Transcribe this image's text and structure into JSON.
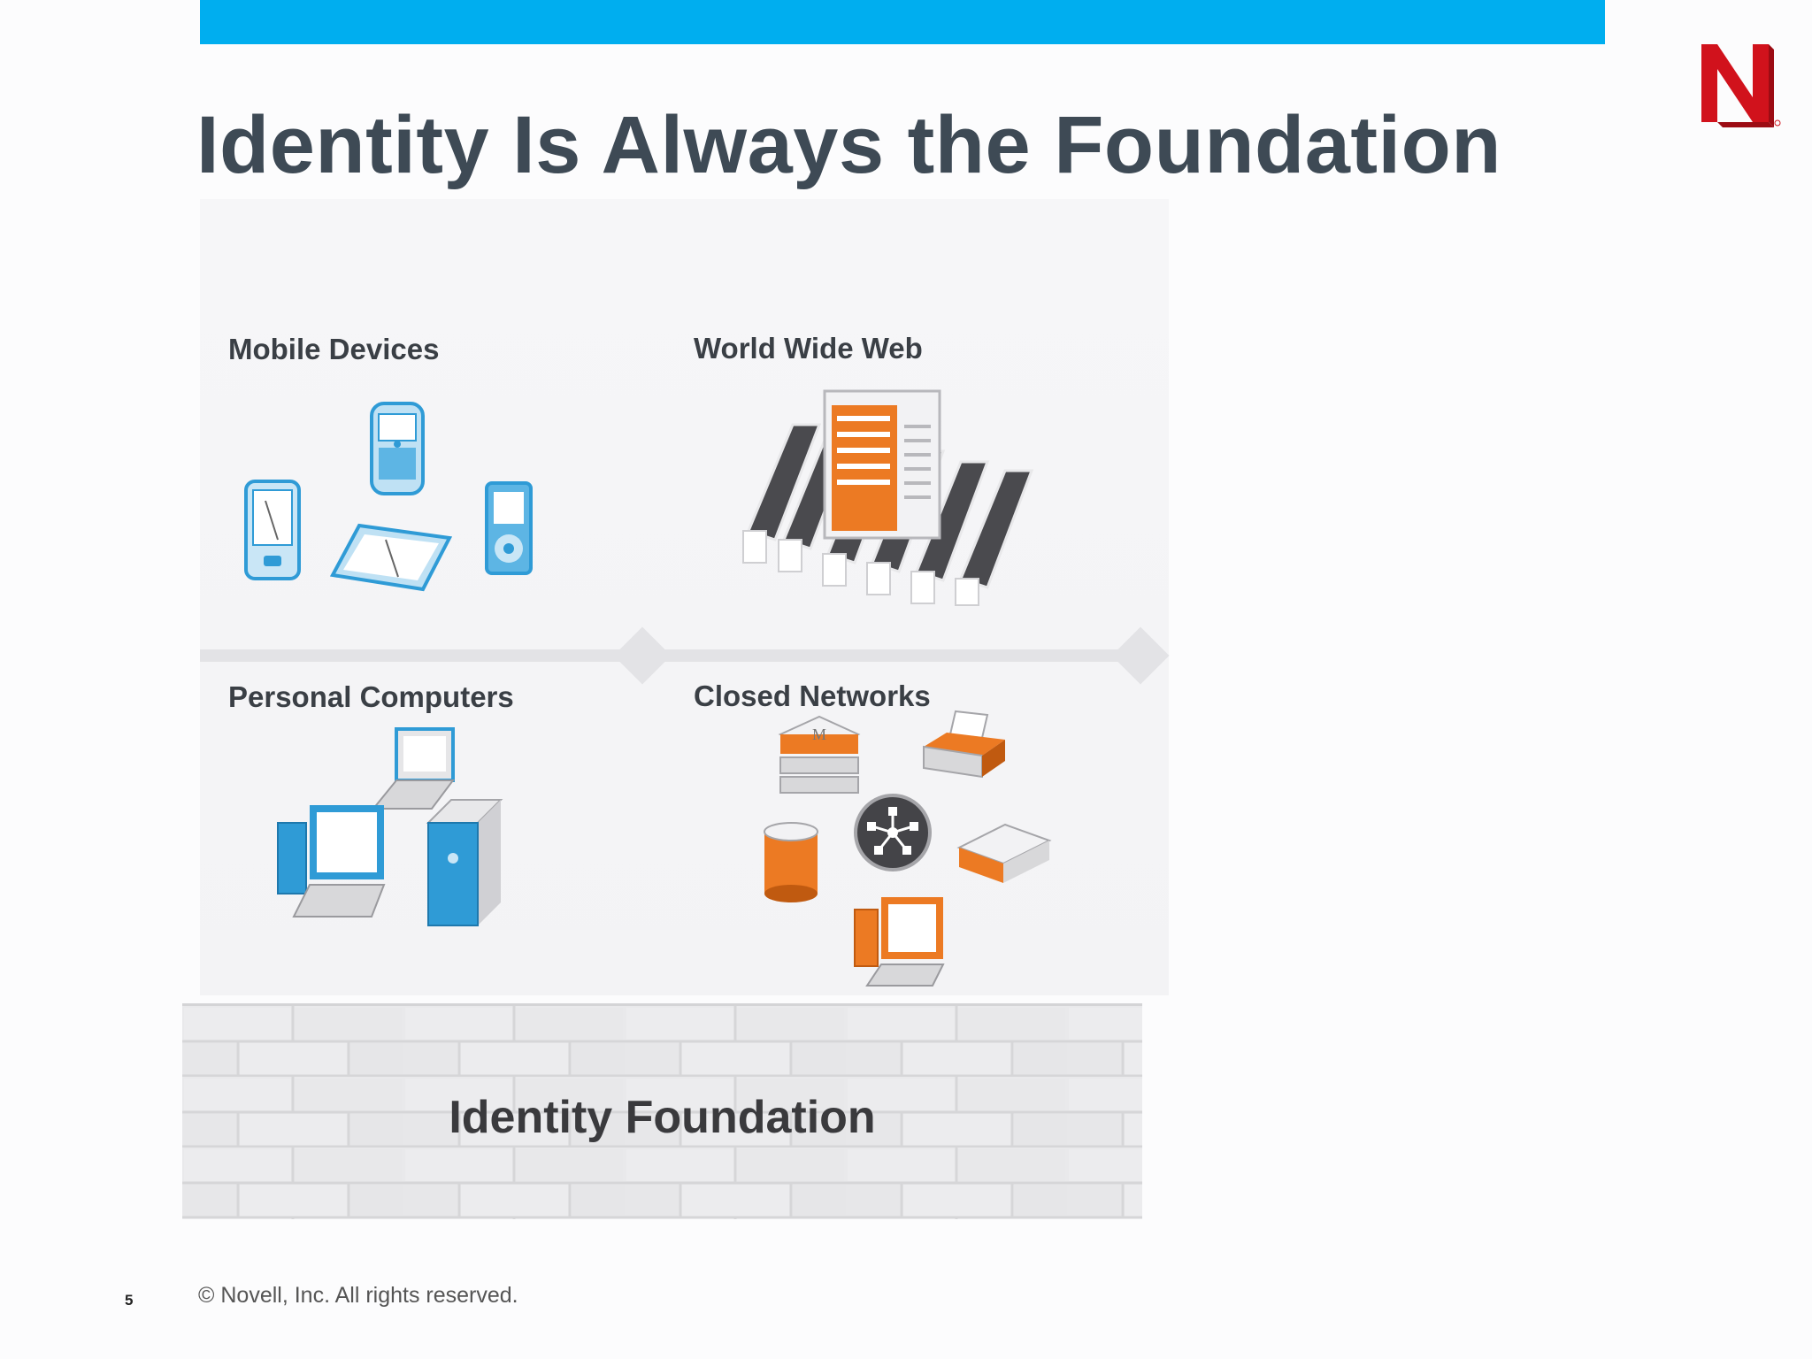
{
  "slide": {
    "title": "Identity Is Always the Foundation",
    "page_number": "5",
    "copyright": "©  Novell, Inc.  All rights reserved."
  },
  "quadrants": {
    "mobile": {
      "label": "Mobile Devices"
    },
    "web": {
      "label": "World Wide Web"
    },
    "pc": {
      "label": "Personal Computers"
    },
    "networks": {
      "label": "Closed Networks"
    }
  },
  "foundation": {
    "label": "Identity Foundation"
  },
  "colors": {
    "accent_bar": "#00aeef",
    "logo_red": "#d1121c",
    "title": "#3e4a55",
    "icon_blue": "#2f9bd6",
    "icon_orange": "#ec7a23"
  },
  "icons": [
    "novell-logo",
    "pda-icon",
    "smartphone-icon",
    "tablet-icon",
    "music-player-icon",
    "www-browser-icon",
    "laptop-icon",
    "desktop-computer-icon",
    "tower-server-icon",
    "mainframe-server-icon",
    "printer-icon",
    "database-icon",
    "network-hub-icon",
    "network-switch-icon",
    "workstation-icon"
  ]
}
